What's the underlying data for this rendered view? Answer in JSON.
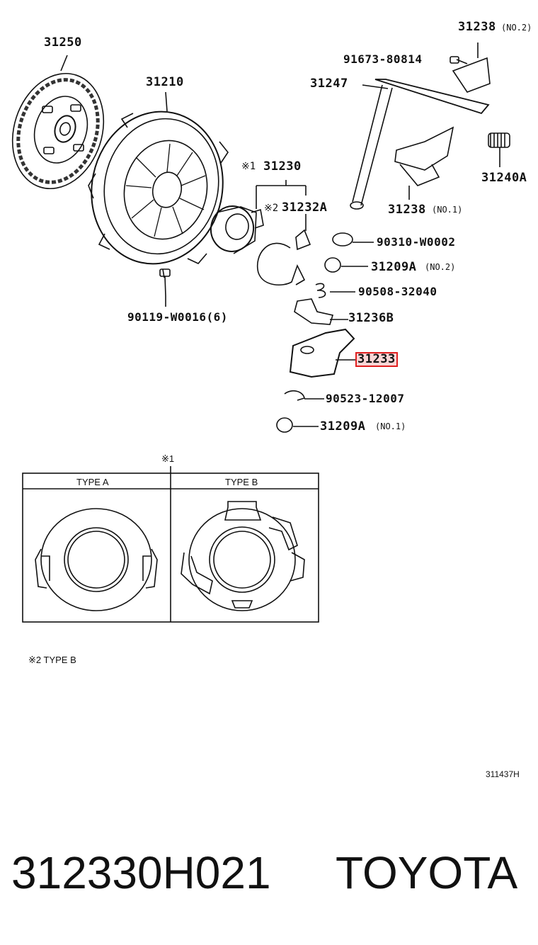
{
  "parts": {
    "p31250": "31250",
    "p31210": "31210",
    "p31230": "31230",
    "p31230_mark": "※1",
    "p31232A": "31232A",
    "p31232A_mark": "※2",
    "p90119": "90119-W0016(6)",
    "p31238no2": "31238",
    "p31238no2_sub": "(NO.2)",
    "p91673": "91673-80814",
    "p31247": "31247",
    "p31240A": "31240A",
    "p31238no1": "31238",
    "p31238no1_sub": "(NO.1)",
    "p90310": "90310-W0002",
    "p31209Ano2": "31209A",
    "p31209Ano2_sub": "(NO.2)",
    "p90508": "90508-32040",
    "p31236B": "31236B",
    "p31233": "31233",
    "p90523": "90523-12007",
    "p31209Ano1": "31209A",
    "p31209Ano1_sub": "(NO.1)"
  },
  "inset": {
    "mark": "※1",
    "type_a": "TYPE A",
    "type_b": "TYPE B"
  },
  "footnote": "※2 TYPE B",
  "diagram_code": "311437H",
  "caption": {
    "part_number": "312330H021",
    "brand": "TOYOTA"
  },
  "colors": {
    "highlight_border": "#e02020",
    "line": "#111111"
  }
}
